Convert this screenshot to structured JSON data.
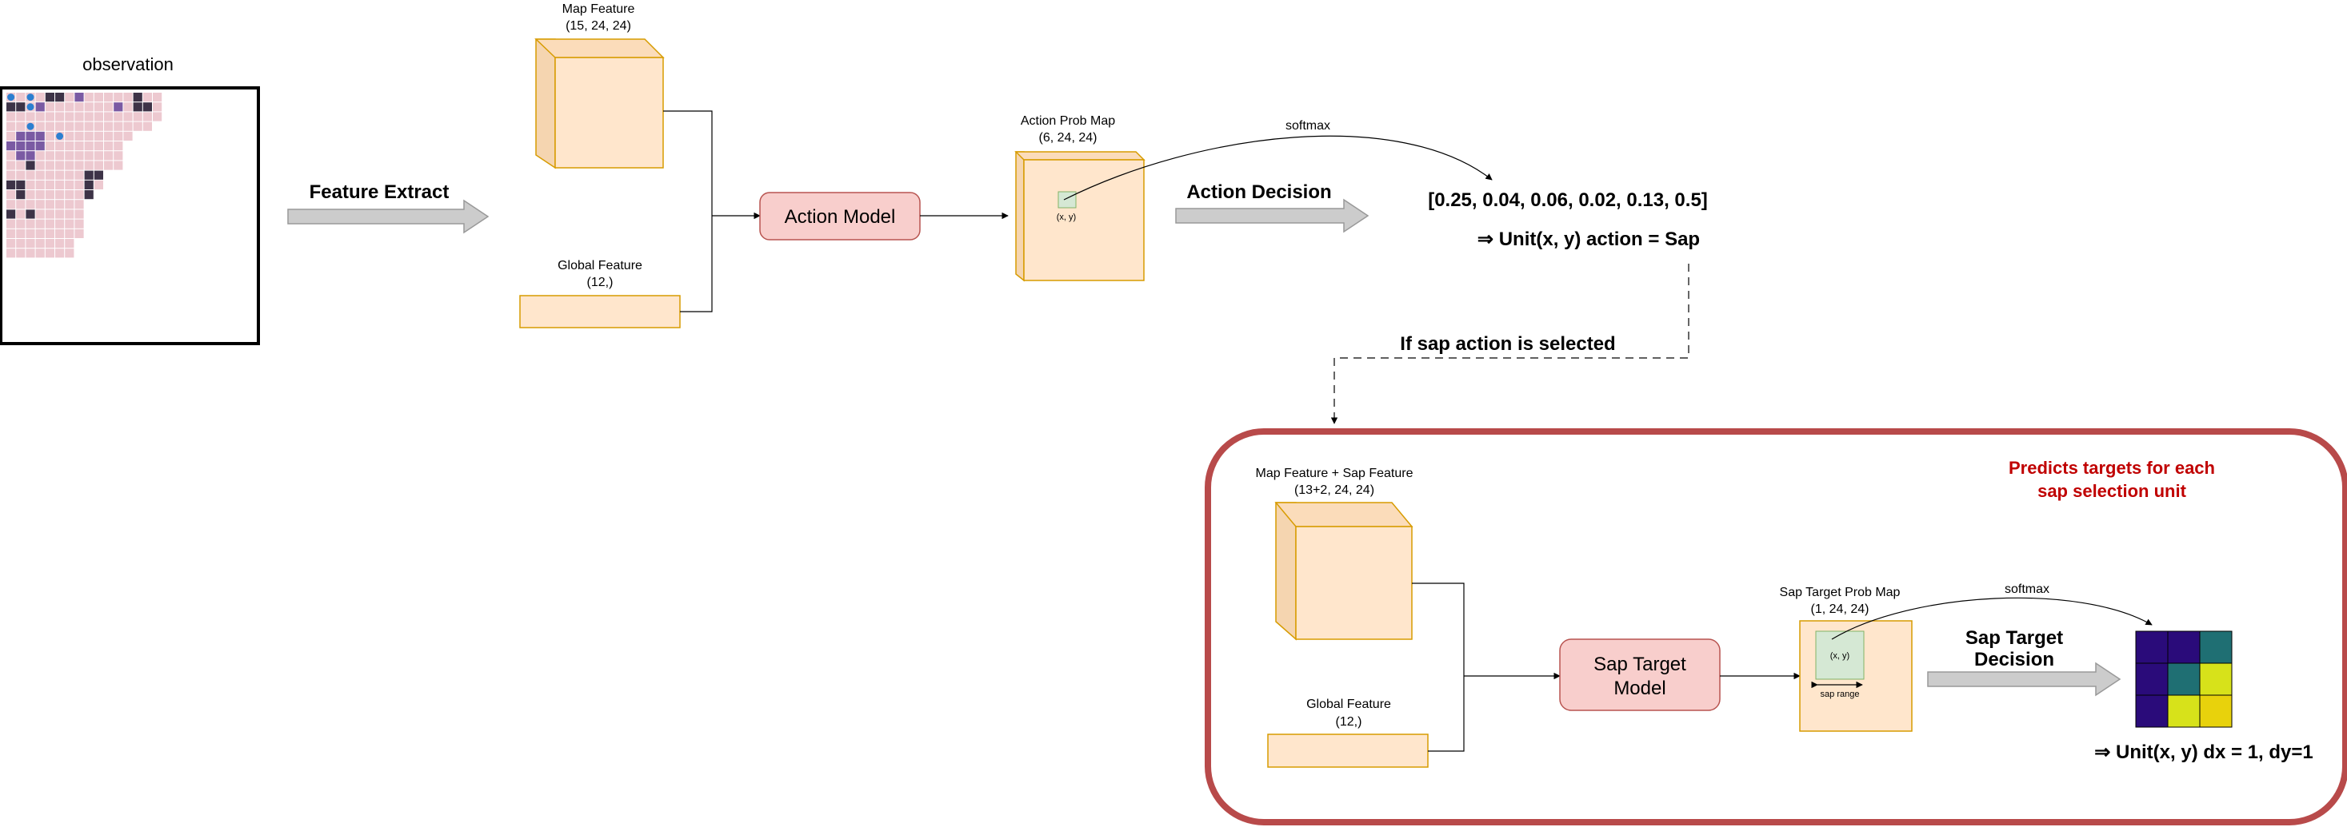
{
  "observation": {
    "title": "observation"
  },
  "feature_extract": {
    "label": "Feature Extract"
  },
  "map_feature": {
    "title": "Map Feature",
    "shape": "(15, 24, 24)"
  },
  "global_feature": {
    "title": "Global Feature",
    "shape": "(12,)"
  },
  "action_model": {
    "label": "Action Model"
  },
  "action_prob_map": {
    "title": "Action Prob Map",
    "shape": "(6, 24, 24)",
    "cell_label": "(x, y)"
  },
  "softmax_top": {
    "label": "softmax"
  },
  "action_decision": {
    "label": "Action Decision"
  },
  "probabilities": {
    "text": "[0.25, 0.04, 0.06, 0.02, 0.13, 0.5]"
  },
  "action_result": {
    "text": "⇒ Unit(x, y) action = Sap"
  },
  "branch": {
    "label": "If sap action is selected"
  },
  "sap_panel": {
    "note_line1": "Predicts targets for each",
    "note_line2": "sap selection unit",
    "accent": "#b84a4a",
    "note_color": "#c00000"
  },
  "sap_map_feature": {
    "title": "Map Feature + Sap Feature",
    "shape": "(13+2, 24, 24)"
  },
  "sap_global_feature": {
    "title": "Global Feature",
    "shape": "(12,)"
  },
  "sap_target_model": {
    "line1": "Sap Target",
    "line2": "Model"
  },
  "sap_target_prob_map": {
    "title": "Sap Target Prob Map",
    "shape": "(1, 24, 24)",
    "cell_label": "(x, y)",
    "range_label": "sap range"
  },
  "softmax_bottom": {
    "label": "softmax"
  },
  "sap_target_decision": {
    "line1": "Sap Target",
    "line2": "Decision"
  },
  "sap_result": {
    "text": "⇒ Unit(x, y) dx = 1, dy=1"
  },
  "colors": {
    "feature_fill": "#ffe6cc",
    "feature_stroke": "#d79b00",
    "model_fill": "#f8cecc",
    "model_stroke": "#b85450",
    "arrow_fill": "#cccccc",
    "arrow_stroke": "#999999",
    "selected_cell": "#d5e8d4"
  },
  "target_grid": {
    "colors": [
      [
        "#2a0b7a",
        "#2a0b7a",
        "#1f6f73"
      ],
      [
        "#2a0b7a",
        "#1f6f73",
        "#d7e21a"
      ],
      [
        "#2a0b7a",
        "#d7e21a",
        "#e8d20c"
      ]
    ]
  }
}
